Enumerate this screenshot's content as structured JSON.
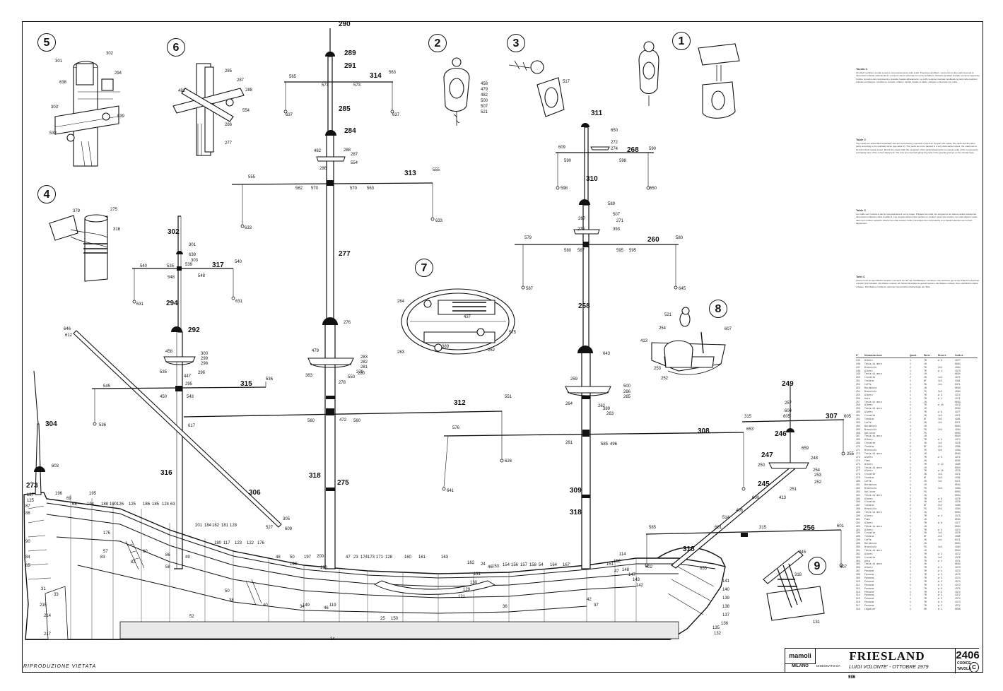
{
  "sheet": {
    "title": "FRIESLAND",
    "code": "2406",
    "code_label": "CODICE",
    "table_label": "TAVOLA",
    "table_letter": "C",
    "brand": "mamoli",
    "city": "MILANO",
    "designed_by_label": "DISEGNATO DA",
    "author": "LUIGI VOLONTE' - OTTOBRE 1979",
    "stamp": "RIPRODUZIONE VIETATA"
  },
  "details": [
    "1",
    "2",
    "3",
    "4",
    "5",
    "6",
    "7",
    "8",
    "9"
  ],
  "detail_labels": {
    "d5": [
      "301",
      "302",
      "638",
      "294",
      "303",
      "539",
      "532"
    ],
    "d6": [
      "285",
      "287",
      "288",
      "482",
      "554",
      "286",
      "277"
    ],
    "d2": [
      "458",
      "479",
      "482",
      "500",
      "507",
      "521"
    ],
    "d3": [
      "517"
    ],
    "d4": [
      "379",
      "275",
      "318"
    ],
    "d7": [
      "264",
      "437",
      "575",
      "263",
      "389",
      "262"
    ],
    "d8": [
      "521",
      "254",
      "607",
      "413",
      "253",
      "252"
    ],
    "d9": [
      "245",
      "318",
      "131"
    ]
  },
  "mast_labels": {
    "big": [
      "290",
      "289",
      "291",
      "314",
      "285",
      "284",
      "313",
      "277",
      "275",
      "318",
      "312",
      "302",
      "317",
      "294",
      "292",
      "316",
      "315",
      "306",
      "304",
      "273",
      "311",
      "268",
      "310",
      "260",
      "258",
      "318",
      "309",
      "308",
      "307",
      "256",
      "249",
      "246",
      "247",
      "245",
      "318"
    ],
    "small": [
      "565",
      "563",
      "637",
      "637",
      "573",
      "573",
      "555",
      "555",
      "562",
      "570",
      "570",
      "563",
      "633",
      "633",
      "482",
      "288",
      "287",
      "554",
      "286",
      "479",
      "283",
      "282",
      "281",
      "276",
      "383",
      "278",
      "280",
      "279",
      "550",
      "560",
      "472",
      "560",
      "551",
      "576",
      "626",
      "641",
      "540",
      "540",
      "535",
      "539",
      "548",
      "548",
      "631",
      "631",
      "301",
      "638",
      "303",
      "458",
      "300",
      "299",
      "298",
      "296",
      "535",
      "447",
      "295",
      "450",
      "543",
      "545",
      "536",
      "536",
      "617",
      "646",
      "612",
      "603",
      "305",
      "527",
      "609",
      "609",
      "590",
      "590",
      "598",
      "598",
      "650",
      "650",
      "272",
      "274",
      "589",
      "267",
      "507",
      "271",
      "270",
      "393",
      "579",
      "580",
      "580",
      "587",
      "595",
      "595",
      "587",
      "645",
      "643",
      "259",
      "500",
      "266",
      "265",
      "264",
      "389",
      "263",
      "262",
      "261",
      "585",
      "496",
      "585",
      "601",
      "601",
      "315",
      "315",
      "605",
      "605",
      "604",
      "257",
      "255",
      "659",
      "248",
      "254",
      "253",
      "252",
      "250",
      "251",
      "413",
      "600",
      "514",
      "406",
      "402",
      "407",
      "655",
      "653",
      "517",
      "376"
    ]
  },
  "hull_labels": [
    "127",
    "125",
    "87",
    "88",
    "90",
    "84",
    "85",
    "31",
    "33",
    "215",
    "214",
    "217",
    "196",
    "69",
    "68",
    "195",
    "194",
    "188",
    "190",
    "126",
    "125",
    "186",
    "185",
    "124",
    "63",
    "201",
    "184",
    "182",
    "181",
    "128",
    "180",
    "117",
    "123",
    "122",
    "176",
    "175",
    "83",
    "86",
    "58",
    "57",
    "82",
    "60",
    "50",
    "48",
    "49",
    "50",
    "197",
    "200",
    "199",
    "198",
    "38",
    "40",
    "52",
    "47",
    "23",
    "174",
    "173",
    "171",
    "128",
    "160",
    "161",
    "163",
    "162",
    "24",
    "153",
    "154",
    "156",
    "157",
    "158",
    "54",
    "164",
    "167",
    "150",
    "25",
    "24",
    "34",
    "46",
    "42",
    "37",
    "36",
    "47",
    "148",
    "147",
    "143",
    "142",
    "141",
    "140",
    "139",
    "138",
    "137",
    "136",
    "135",
    "132",
    "131",
    "130",
    "129",
    "121",
    "119",
    "114",
    "152",
    "151",
    "149",
    "46",
    "156"
  ],
  "notes": [
    {
      "title": "Tavola C",
      "text": "Gli alberi vengono montati a parte e successivamente sullo scafo. Preparare gli alberi, i pennoni e le altre parti secondo le dimensioni indicate nella tavola D. I pennoni vanno sistemati con rizze sull'albero. Montare gli alberi bruciati i pennoni seguendo l'ordine numerico dei componenti e curando l'esatto allineamento. Le coffe vengono montate incollando le parti nelle posizioni indicate sul disegno. Incollare le crocette, infilare i tondini, fissare le sartie, stringere e bloccare con colla."
    },
    {
      "title": "Table C",
      "text": "The masts are assembled separately and are successively mounted on the hull. Prepare the masts, the yards and the other parts according to the indicated sizes (see table D). The yards are to be painted in a very dark walnut colour, the masts are to be left in their natural colour. Mount the masts (with the exception of the yard) following the numerical order of the components and taking care of the correct alignment. The tops are mounted gluing the parts in the special grooves on the circular base."
    },
    {
      "title": "Table C",
      "text": "Les mâts sont montés à part et successivement sur le coque. Préparer les mâts, les vergues et les autres parties suivant les dimensions indiquées dans la table D. Les vergues doivent être peintes en couleur noyer très sombre, les mâts doivent rester dans leur couleur naturelle. Monter les mâts suivant l'ordre numérique des composants et en faisant attention au correct alignement."
    },
    {
      "title": "Tafel C",
      "text": "Zuerst muss an den Masten beraiten und dann sie auf den Schiffskörper montieren. Die Gröbmer gut an der Tafel D bezeichnet und alle Teile beraiten. Die Rahen müssen ein dunkel Nussbaume gemalt werden, die Masten müssen ihren natürlichen Farbe erhalten. Die Masten montieren nach der numerischen Reihenfolge der Teile."
    }
  ],
  "table": {
    "headers": [
      "N°",
      "Denominazione",
      "Quant.",
      "Mater.",
      "Misure",
      "Codice"
    ],
    "rows": [
      [
        "245",
        "Albero",
        "1",
        "TM",
        "ø 8",
        "4377"
      ],
      [
        "246",
        "Testa di moro",
        "1",
        "LN",
        "-",
        "6094"
      ],
      [
        "247",
        "Bracciolo",
        "2",
        "FG",
        "3x3",
        "4384"
      ],
      [
        "248",
        "Albero",
        "1",
        "TM",
        "ø 4",
        "4373"
      ],
      [
        "249",
        "Testa di moro",
        "1",
        "LN",
        "-",
        "6094"
      ],
      [
        "250",
        "Crocette",
        "2",
        "CN",
        "1x3",
        "4371"
      ],
      [
        "251",
        "Tondino",
        "1",
        "NT",
        "3x3",
        "4381"
      ],
      [
        "252",
        "Coffa",
        "1",
        "CN",
        "1x1",
        "6371"
      ],
      [
        "253",
        "Bordatura",
        "1",
        "LN",
        "-",
        "6094"
      ],
      [
        "254",
        "Bracciolo",
        "2",
        "FG",
        "3x3",
        "4384"
      ],
      [
        "255",
        "Albero",
        "1",
        "TM",
        "ø 3",
        "4372"
      ],
      [
        "256",
        "Asta",
        "1",
        "TM",
        "ø 2",
        "4371"
      ],
      [
        "257",
        "Testa di moro",
        "1",
        "LN",
        "-",
        "6094"
      ],
      [
        "258",
        "Albero",
        "1",
        "TM",
        "ø 10",
        "4379"
      ],
      [
        "259",
        "Testa di moro",
        "1",
        "LN",
        "-",
        "6094"
      ],
      [
        "260",
        "Albero",
        "1",
        "TM",
        "ø 8",
        "4377"
      ],
      [
        "261",
        "Crocette",
        "2",
        "CN",
        "1x3",
        "4371"
      ],
      [
        "262",
        "Tondino",
        "2",
        "NT",
        "3x3",
        "4381"
      ],
      [
        "263",
        "Coffa",
        "1",
        "CN",
        "1x1",
        "6371"
      ],
      [
        "264",
        "Bordatura",
        "1",
        "LN",
        "-",
        "6094"
      ],
      [
        "265",
        "Bracciolo",
        "4",
        "FG",
        "3x3",
        "4384"
      ],
      [
        "266",
        "Gallocce",
        "4",
        "FG",
        "-",
        "6003"
      ],
      [
        "267",
        "Testa di moro",
        "1",
        "LN",
        "-",
        "6094"
      ],
      [
        "268",
        "Albero",
        "1",
        "TM",
        "ø 5",
        "4374"
      ],
      [
        "269",
        "Crocette",
        "2",
        "CN",
        "1x2",
        "4370"
      ],
      [
        "270",
        "Tondino",
        "2",
        "NT",
        "2x2",
        "4380"
      ],
      [
        "271",
        "Bracciolo",
        "2",
        "FG",
        "3x3",
        "4384"
      ],
      [
        "272",
        "Testa di moro",
        "1",
        "LN",
        "-",
        "6094"
      ],
      [
        "273",
        "Albero",
        "1",
        "TM",
        "ø 3",
        "4372"
      ],
      [
        "274",
        "Pomo",
        "1",
        "LN",
        "-",
        "6094"
      ],
      [
        "275",
        "Albero",
        "1",
        "TM",
        "ø 12",
        "4380"
      ],
      [
        "276",
        "Testa di moro",
        "1",
        "LN",
        "-",
        "6094"
      ],
      [
        "277",
        "Albero",
        "1",
        "TM",
        "ø 10",
        "4379"
      ],
      [
        "278",
        "Crocette",
        "2",
        "CN",
        "1x3",
        "4371"
      ],
      [
        "279",
        "Tondino",
        "2",
        "NT",
        "3x3",
        "4381"
      ],
      [
        "280",
        "Coffa",
        "1",
        "CN",
        "1x1",
        "6371"
      ],
      [
        "281",
        "Bordatura",
        "1",
        "LN",
        "-",
        "6094"
      ],
      [
        "282",
        "Bracciolo",
        "4",
        "FG",
        "3x3",
        "4384"
      ],
      [
        "283",
        "Gallocce",
        "4",
        "FG",
        "-",
        "6003"
      ],
      [
        "284",
        "Testa di moro",
        "1",
        "LN",
        "-",
        "6094"
      ],
      [
        "285",
        "Albero",
        "1",
        "TM",
        "ø 6",
        "4375"
      ],
      [
        "286",
        "Crocette",
        "2",
        "CN",
        "1x2",
        "4370"
      ],
      [
        "287",
        "Tondino",
        "2",
        "NT",
        "2x2",
        "4380"
      ],
      [
        "288",
        "Bracciolo",
        "2",
        "FG",
        "3x3",
        "4384"
      ],
      [
        "289",
        "Testa di moro",
        "1",
        "LN",
        "-",
        "6094"
      ],
      [
        "290",
        "Albero",
        "1",
        "TM",
        "ø 4",
        "4373"
      ],
      [
        "291",
        "Pomo",
        "1",
        "LN",
        "-",
        "6094"
      ],
      [
        "292",
        "Albero",
        "1",
        "TM",
        "ø 8",
        "4377"
      ],
      [
        "293",
        "Testa di moro",
        "1",
        "LN",
        "-",
        "6094"
      ],
      [
        "294",
        "Albero",
        "1",
        "TM",
        "ø 5",
        "4374"
      ],
      [
        "295",
        "Crocette",
        "2",
        "CN",
        "1x2",
        "4370"
      ],
      [
        "296",
        "Tondino",
        "2",
        "NT",
        "2x2",
        "4380"
      ],
      [
        "298",
        "Coffa",
        "1",
        "CN",
        "1x1",
        "6371"
      ],
      [
        "299",
        "Bordatura",
        "1",
        "LN",
        "-",
        "6094"
      ],
      [
        "300",
        "Bracciolo",
        "4",
        "FG",
        "3x3",
        "4384"
      ],
      [
        "301",
        "Testa di moro",
        "1",
        "LN",
        "-",
        "6094"
      ],
      [
        "302",
        "Albero",
        "1",
        "TM",
        "ø 3",
        "4372"
      ],
      [
        "303",
        "Crocette",
        "2",
        "CN",
        "1x2",
        "4370"
      ],
      [
        "304",
        "Asta",
        "1",
        "TM",
        "ø 2",
        "4371"
      ],
      [
        "305",
        "Testa di moro",
        "1",
        "LN",
        "-",
        "6094"
      ],
      [
        "306",
        "Albero",
        "1",
        "TM",
        "ø 4",
        "4373"
      ],
      [
        "307",
        "Pennone",
        "1",
        "TM",
        "ø 4",
        "4373"
      ],
      [
        "308",
        "Pennone",
        "1",
        "TM",
        "ø 3",
        "4372"
      ],
      [
        "309",
        "Pennone",
        "1",
        "TM",
        "ø 5",
        "4374"
      ],
      [
        "310",
        "Pennone",
        "1",
        "TM",
        "ø 4",
        "4373"
      ],
      [
        "311",
        "Pennone",
        "1",
        "TM",
        "ø 3",
        "4372"
      ],
      [
        "312",
        "Pennone",
        "1",
        "TM",
        "ø 6",
        "4375"
      ],
      [
        "313",
        "Pennone",
        "1",
        "TM",
        "ø 5",
        "4374"
      ],
      [
        "314",
        "Pennone",
        "1",
        "TM",
        "ø 3",
        "4372"
      ],
      [
        "315",
        "Pennone",
        "1",
        "TM",
        "ø 5",
        "4374"
      ],
      [
        "316",
        "Pennone",
        "1",
        "TM",
        "ø 4",
        "4373"
      ],
      [
        "317",
        "Pennone",
        "1",
        "TM",
        "ø 3",
        "4372"
      ],
      [
        "318",
        "Legature",
        "1",
        "SR",
        "ø 1",
        "6006"
      ]
    ]
  }
}
